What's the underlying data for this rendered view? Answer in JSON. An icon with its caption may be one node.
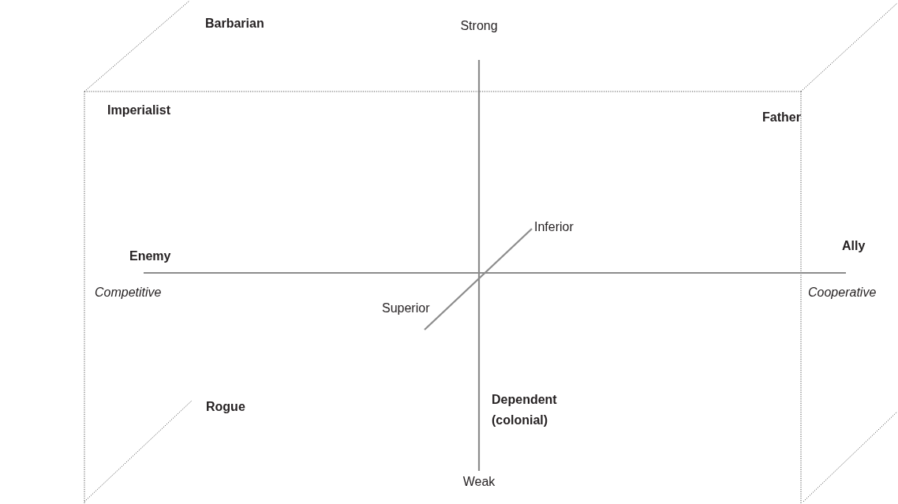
{
  "diagram": {
    "labels": [
      "Barbarian",
      "Strong",
      "Imperialist",
      "Father",
      "Inferior",
      "Enemy",
      "Ally",
      "Competitive",
      "Cooperative",
      "Superior",
      "Dependent (colonial)",
      "Rogue",
      "Weak"
    ]
  }
}
